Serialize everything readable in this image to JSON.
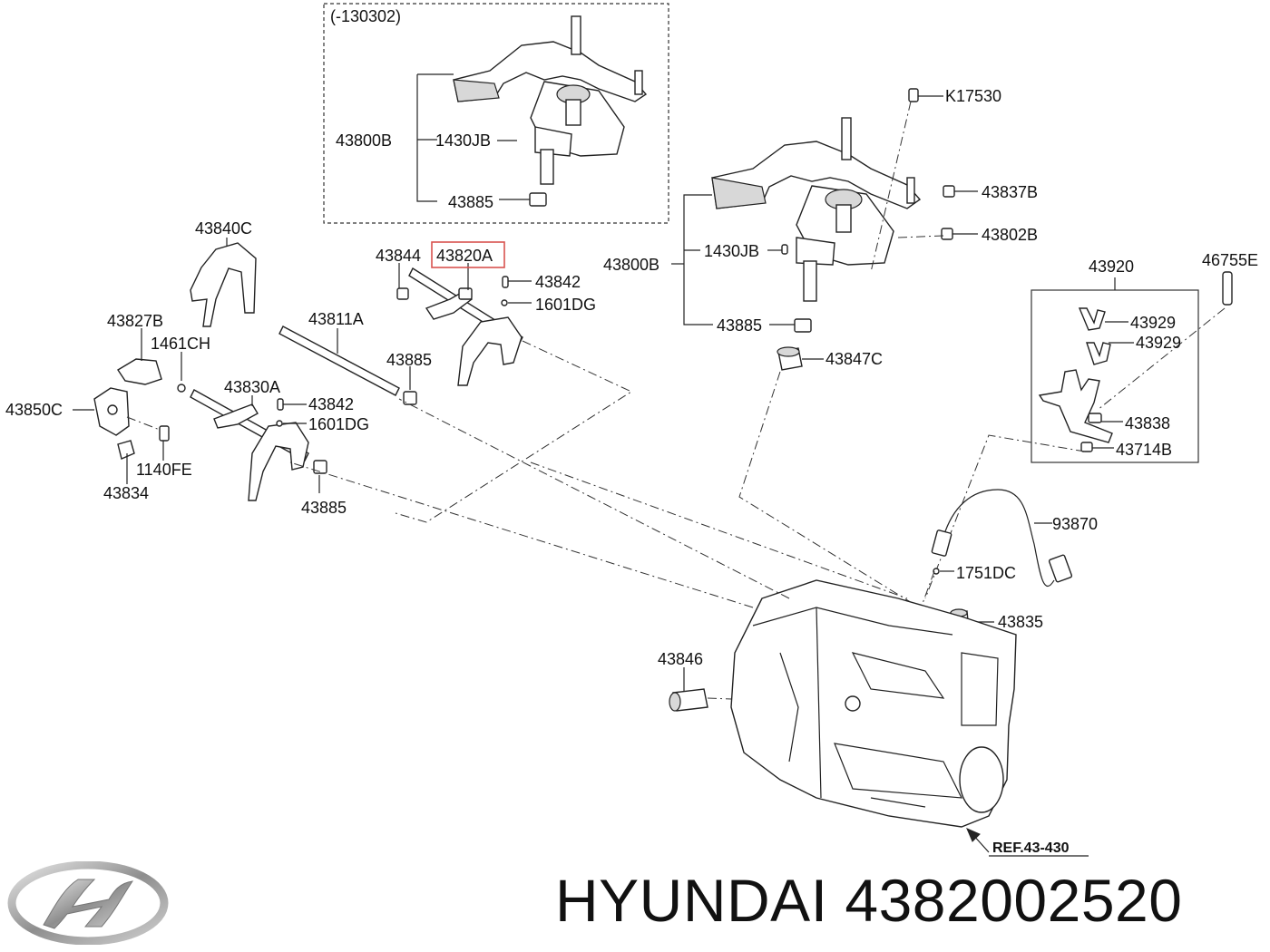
{
  "caption": {
    "brand": "HYUNDAI",
    "part_number": "4382002520"
  },
  "logo": {
    "name": "hyundai-logo",
    "color": "#9a9a9a"
  },
  "highlight_color": "#d9534f",
  "highlighted_part": "43820A",
  "variant_box_label": "(-130302)",
  "reference": "REF.43-430",
  "labels": {
    "k17530": "K17530",
    "inset_43800b": "43800B",
    "inset_1430jb": "1430JB",
    "inset_43885": "43885",
    "main_43837b": "43837B",
    "main_43802b": "43802B",
    "main_43800b": "43800B",
    "main_1430jb": "1430JB",
    "main_43885": "43885",
    "l43847c": "43847C",
    "l43840c": "43840C",
    "l43844": "43844",
    "l43820a": "43820A",
    "l43842_top": "43842",
    "l1601dg_top": "1601DG",
    "l43811a": "43811A",
    "l43885_mid": "43885",
    "l43827b": "43827B",
    "l1461ch": "1461CH",
    "l43830a": "43830A",
    "l43842_low": "43842",
    "l1601dg_low": "1601DG",
    "l43850c": "43850C",
    "l1140fe": "1140FE",
    "l43834": "43834",
    "l43885_low": "43885",
    "l43920": "43920",
    "l46755e": "46755E",
    "l43929_a": "43929",
    "l43929_b": "43929",
    "l43838": "43838",
    "l43714b": "43714B",
    "l93870": "93870",
    "l1751dc": "1751DC",
    "l43835": "43835",
    "l43846": "43846"
  }
}
